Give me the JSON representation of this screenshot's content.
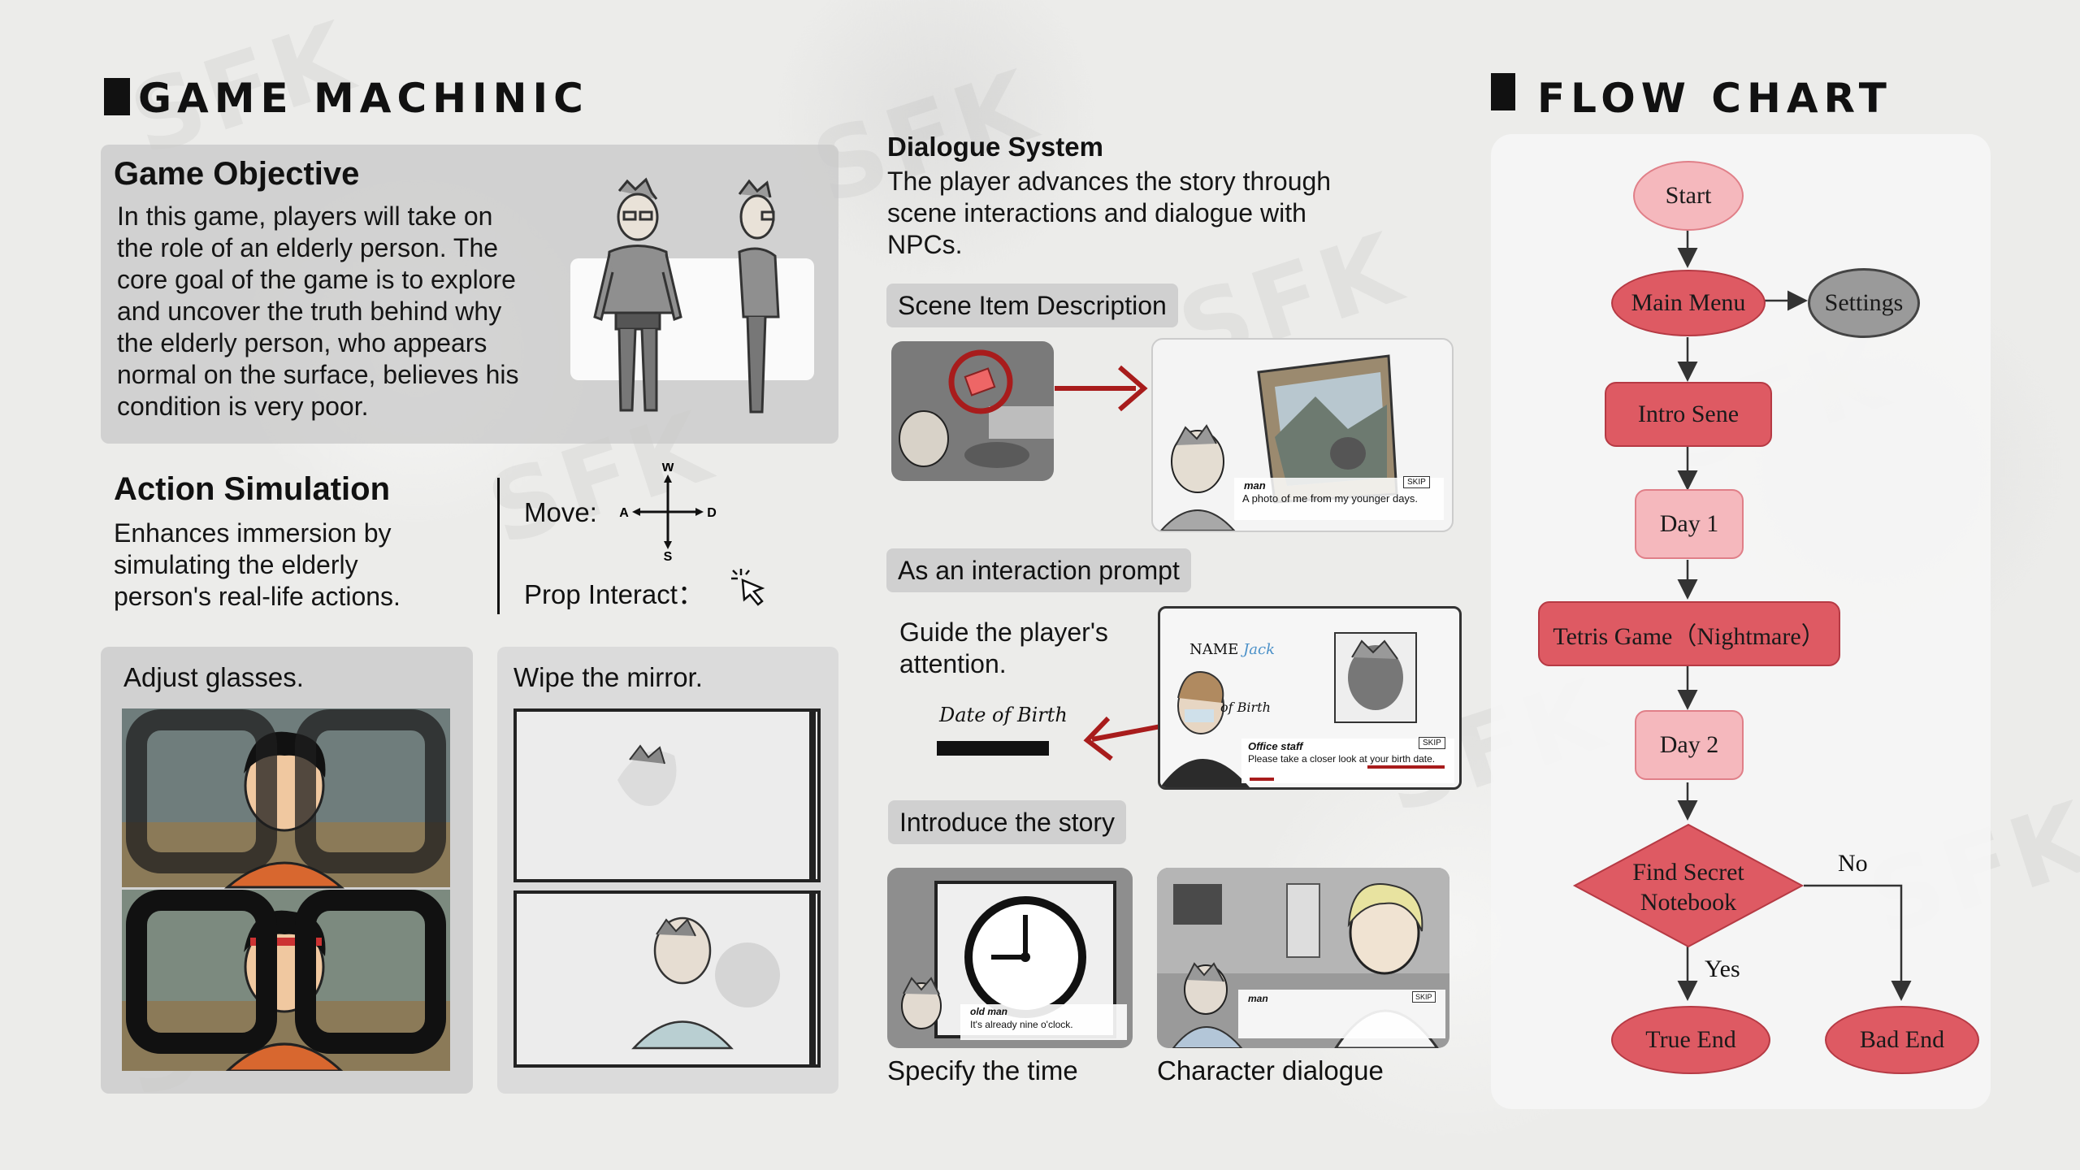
{
  "left": {
    "title": "GAME MACHINIC",
    "objective": {
      "heading": "Game Objective",
      "lines": [
        "In this game, players will take on",
        "the role of an elderly person. The",
        "core goal of the game is to explore",
        "and uncover the truth behind why",
        "the elderly person, who appears",
        "normal on the surface, believes his",
        "condition is very poor."
      ]
    },
    "action": {
      "heading": "Action Simulation",
      "lines": [
        "Enhances immersion by",
        "simulating the elderly",
        "person's real-life actions."
      ],
      "move_label": "Move:",
      "prop_label": "Prop Interact：",
      "keys": {
        "w": "W",
        "a": "A",
        "s": "S",
        "d": "D"
      }
    },
    "glasses_caption": "Adjust glasses.",
    "mirror_caption": "Wipe the mirror."
  },
  "middle": {
    "dialogue": {
      "heading": "Dialogue System",
      "lines": [
        "The player advances the story through",
        "scene interactions and dialogue with",
        "NPCs."
      ]
    },
    "scene_item": {
      "tag": "Scene Item Description",
      "speaker": "man",
      "line": "A photo of me from my younger days.",
      "skip": "SKIP"
    },
    "prompt": {
      "tag": "As an interaction prompt",
      "desc_lines": [
        "Guide the player's",
        "attention."
      ],
      "date_label": "Date of Birth",
      "name_label": "NAME",
      "name_value": "Jack",
      "form_dob": "of Birth",
      "speaker": "Office staff",
      "line": "Please take a closer look at your birth date.",
      "skip": "SKIP"
    },
    "story": {
      "tag": "Introduce the story",
      "clock_speaker": "old man",
      "clock_line": "It's already nine o'clock.",
      "clock_caption": "Specify the time",
      "dialog_speaker": "man",
      "dialog_caption": "Character dialogue",
      "skip": "SKIP"
    }
  },
  "flow": {
    "title": "FLOW CHART",
    "nodes": {
      "start": "Start",
      "main_menu": "Main Menu",
      "settings": "Settings",
      "intro": "Intro Sene",
      "day1": "Day 1",
      "tetris": "Tetris Game（Nightmare）",
      "day2": "Day 2",
      "decision": "Find Secret Notebook",
      "true_end": "True End",
      "bad_end": "Bad End"
    },
    "labels": {
      "yes": "Yes",
      "no": "No"
    }
  },
  "watermark": "SFK",
  "colors": {
    "accent_red": "#a81c1c",
    "node_pink": "#f5b8bd",
    "node_red": "#de5a63",
    "node_gray": "#9a9a9a"
  }
}
